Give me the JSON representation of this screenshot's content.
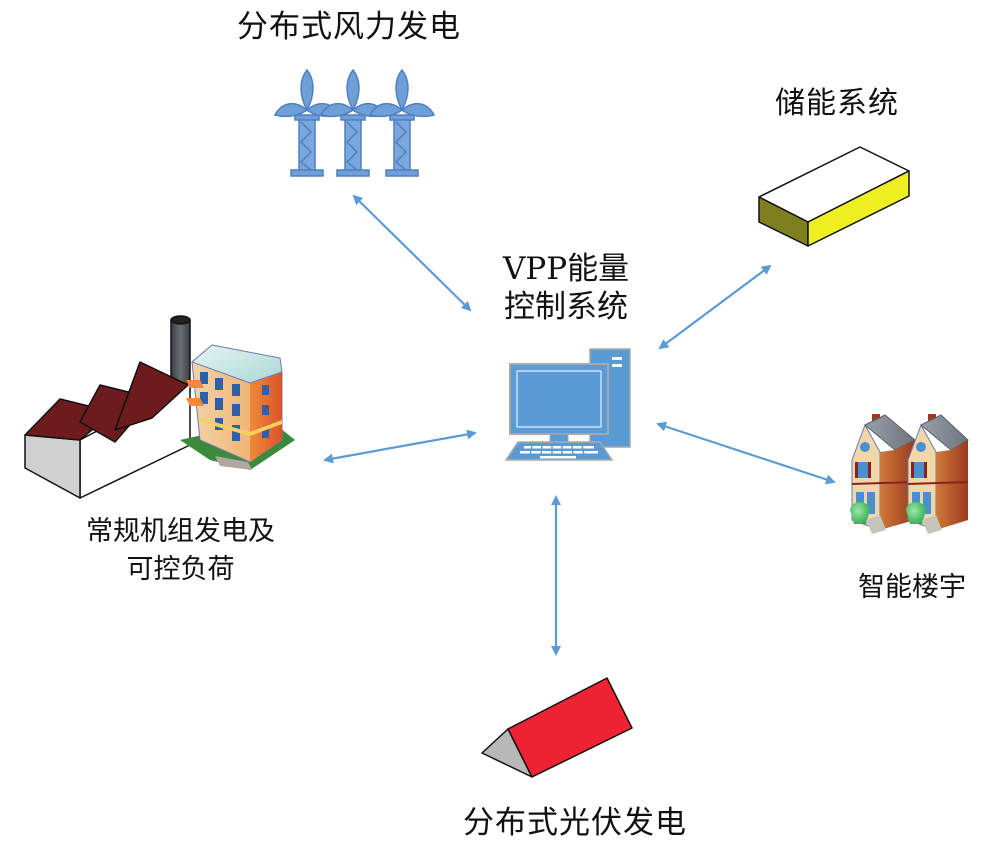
{
  "diagram": {
    "title": "VPP energy control system architecture",
    "colors": {
      "arrow": "#5b9bd5",
      "computer": "#5b9bd5",
      "computer_frame": "#a9a9a9",
      "wind_turbine": "#6f9fd8",
      "storage_top": "#ffffff",
      "storage_front": "#eeee22",
      "storage_side": "#808020",
      "pv_roof": "#ee2233",
      "pv_side": "#b8b8b8",
      "factory_roof": "#6e1b1e",
      "factory_wall": "#d0d0d0"
    },
    "center": {
      "line1": "VPP能量",
      "line2": "控制系统",
      "icon": "computer-icon"
    },
    "nodes": {
      "wind": {
        "label": "分布式风力发电",
        "icon": "wind-turbine-icon"
      },
      "storage": {
        "label": "储能系统",
        "icon": "battery-box-icon"
      },
      "conventional": {
        "line1": "常规机组发电及",
        "line2": "可控负荷",
        "icon": "factory-icon"
      },
      "smart_building": {
        "label": "智能楼宇",
        "icon": "houses-icon"
      },
      "pv": {
        "label": "分布式光伏发电",
        "icon": "solar-panel-icon"
      }
    },
    "connections": [
      {
        "from": "VPP",
        "to": "wind",
        "type": "bidirectional"
      },
      {
        "from": "VPP",
        "to": "storage",
        "type": "bidirectional"
      },
      {
        "from": "VPP",
        "to": "conventional",
        "type": "bidirectional"
      },
      {
        "from": "VPP",
        "to": "smart_building",
        "type": "bidirectional"
      },
      {
        "from": "VPP",
        "to": "pv",
        "type": "bidirectional"
      }
    ]
  }
}
